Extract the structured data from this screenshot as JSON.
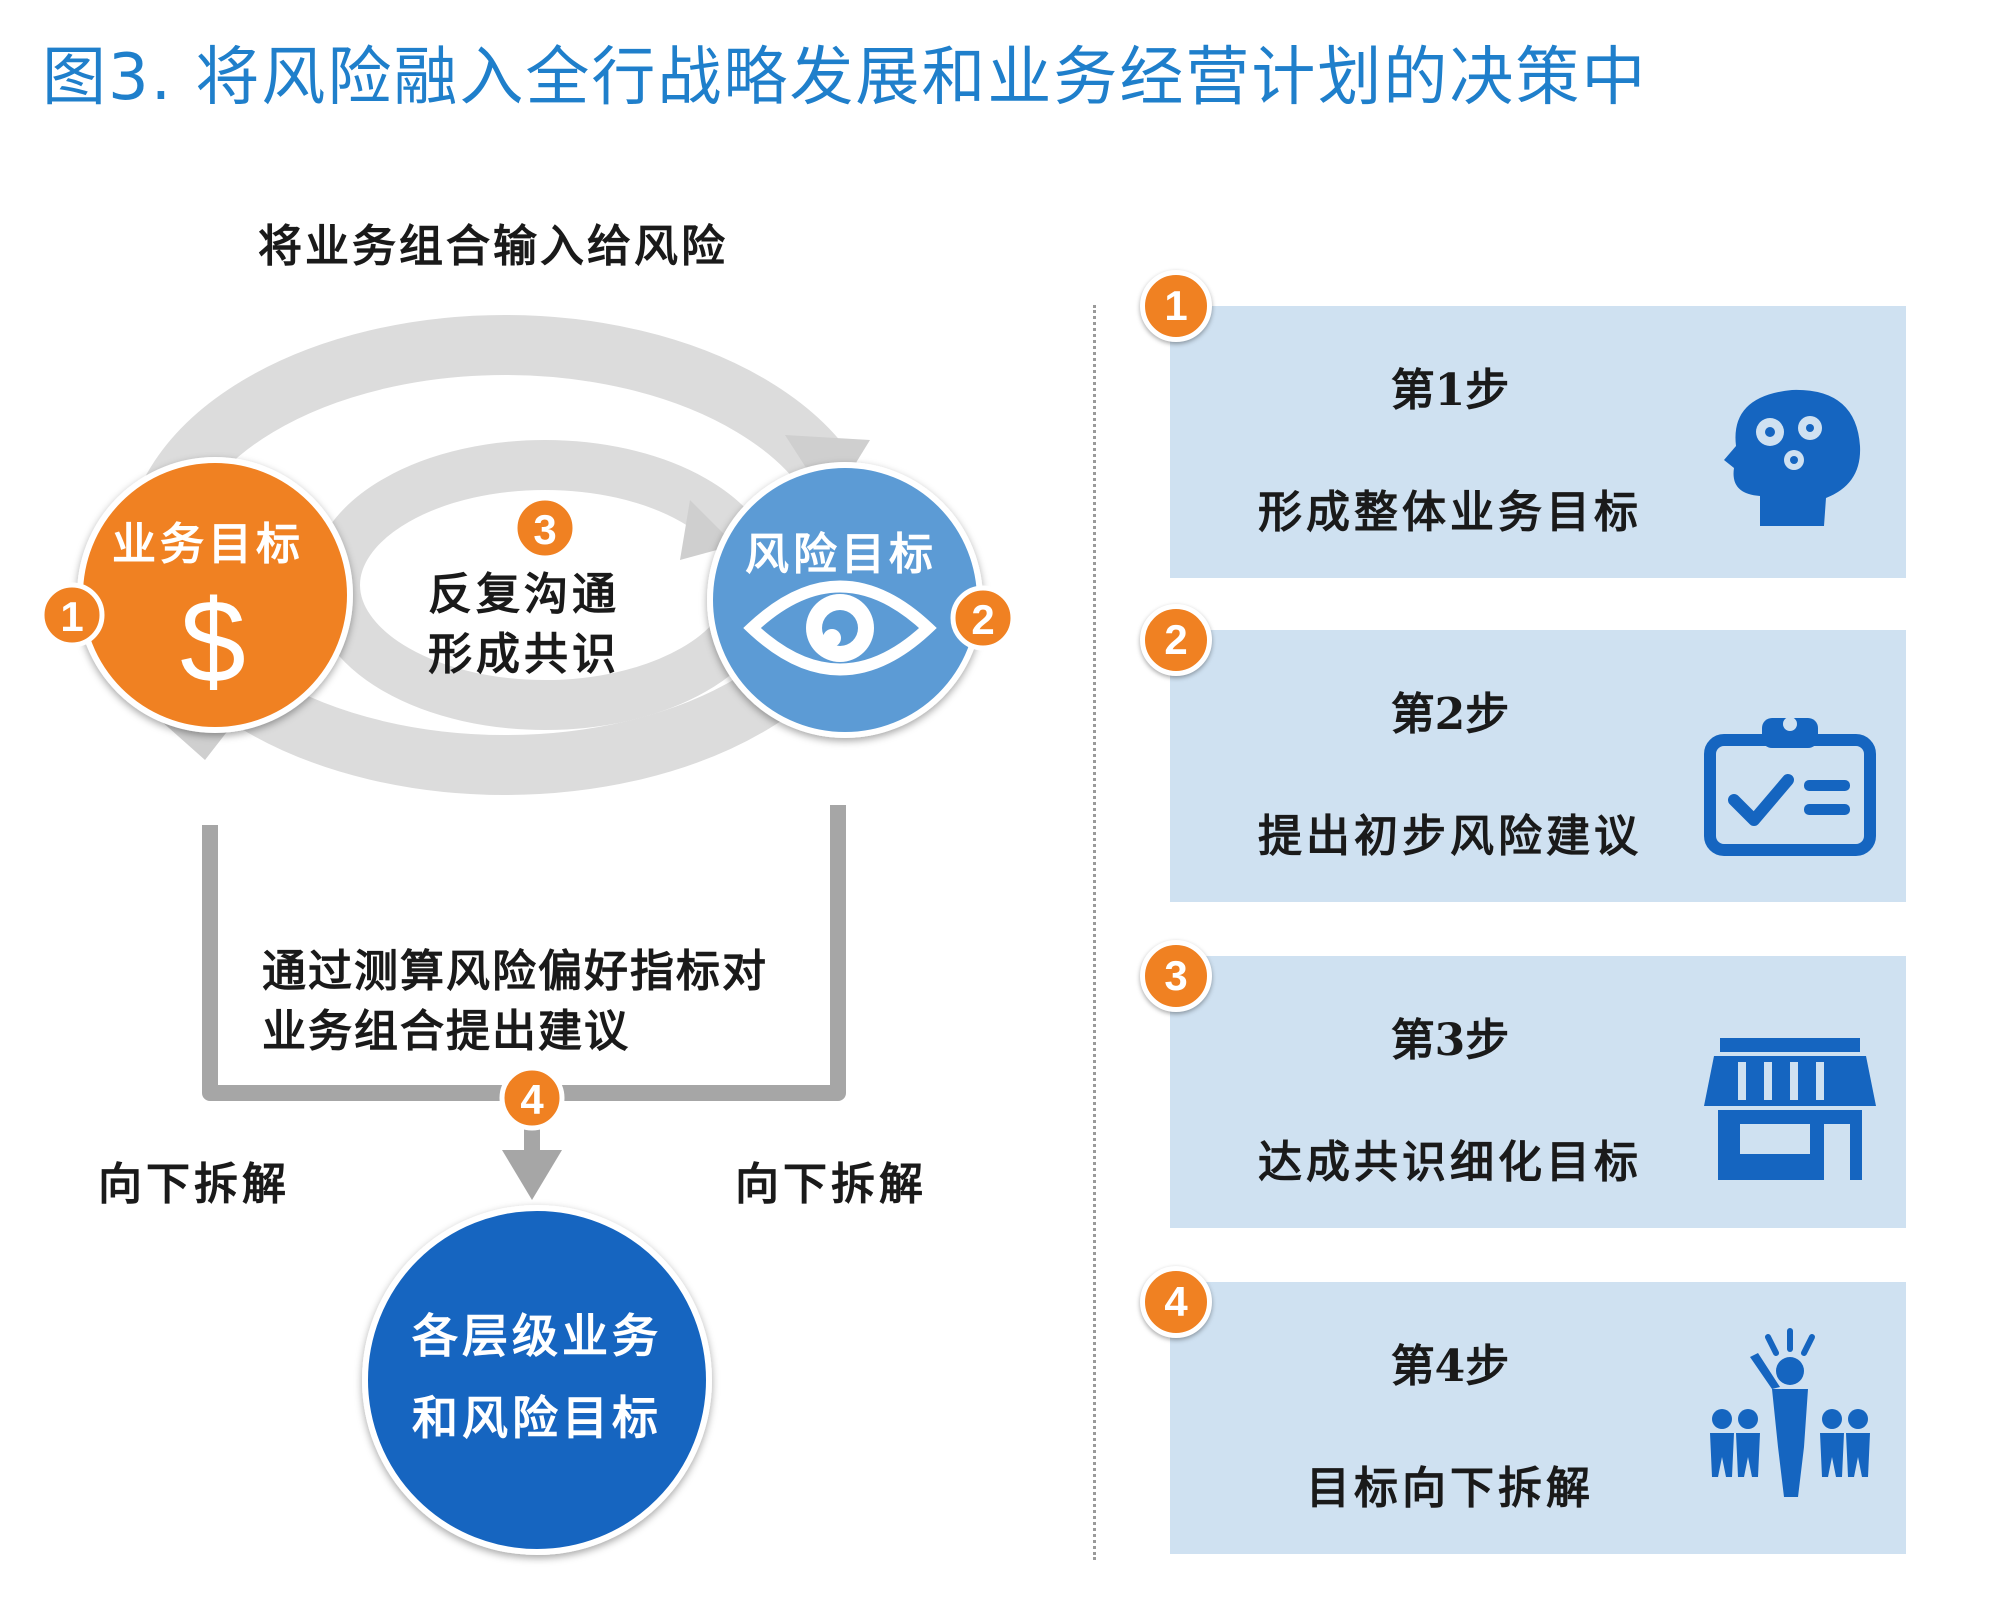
{
  "title": "图3. 将风险融入全行战略发展和业务经营计划的决策中",
  "diagram": {
    "top_label": "将业务组合输入给风险",
    "business_goal": "业务目标",
    "risk_goal": "风险目标",
    "center_label_line1": "反复沟通",
    "center_label_line2": "形成共识",
    "bottom_label_line1": "通过测算风险偏好指标对",
    "bottom_label_line2": "业务组合提出建议",
    "left_decompose": "向下拆解",
    "right_decompose": "向下拆解",
    "result_line1": "各层级业务",
    "result_line2": "和风险目标",
    "badges": [
      "1",
      "2",
      "3",
      "4"
    ]
  },
  "steps": [
    {
      "num": "1",
      "title": "第1步",
      "desc": "形成整体业务目标",
      "icon": "head-gears-icon"
    },
    {
      "num": "2",
      "title": "第2步",
      "desc": "提出初步风险建议",
      "icon": "clipboard-check-icon"
    },
    {
      "num": "3",
      "title": "第3步",
      "desc": "达成共识细化目标",
      "icon": "storefront-icon"
    },
    {
      "num": "4",
      "title": "第4步",
      "desc": "目标向下拆解",
      "icon": "leader-group-icon"
    }
  ],
  "colors": {
    "title": "#1f7fcb",
    "business_circle": "#f08122",
    "risk_circle": "#5b9bd5",
    "result_circle": "#1565c0",
    "badge": "#f08122",
    "ring": "#d9d9d9",
    "step_box": "#cfe1f1",
    "icon": "#1565c0"
  }
}
